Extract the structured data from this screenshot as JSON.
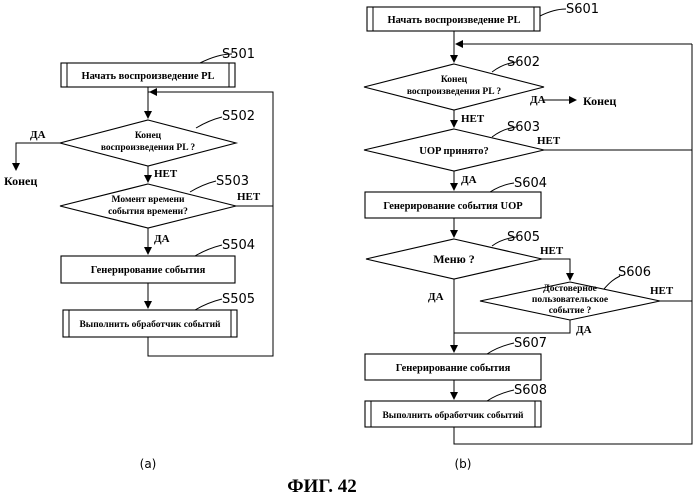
{
  "figure_title": "ФИГ. 42",
  "left": {
    "caption": "(a)",
    "s501": {
      "label": "Начать воспроизведение PL",
      "step": "S501"
    },
    "s502": {
      "label_1": "Конец",
      "label_2": "воспроизведения PL ?",
      "step": "S502",
      "yes": "ДА",
      "no": "НЕТ",
      "end": "Конец"
    },
    "s503": {
      "label_1": "Момент времени",
      "label_2": "события времени?",
      "step": "S503",
      "yes": "ДА",
      "no": "НЕТ"
    },
    "s504": {
      "label": "Генерирование события",
      "step": "S504"
    },
    "s505": {
      "label": "Выполнить обработчик событий",
      "step": "S505"
    }
  },
  "right": {
    "caption": "(b)",
    "s601": {
      "label": "Начать воспроизведение PL",
      "step": "S601"
    },
    "s602": {
      "label_1": "Конец",
      "label_2": "воспроизведения PL ?",
      "step": "S602",
      "yes": "ДА",
      "no": "НЕТ",
      "end": "Конец"
    },
    "s603": {
      "label": "UOP принято?",
      "step": "S603",
      "yes": "ДА",
      "no": "НЕТ"
    },
    "s604": {
      "label": "Генерирование события UOP",
      "step": "S604"
    },
    "s605": {
      "label": "Меню ?",
      "step": "S605",
      "yes": "ДА",
      "no": "НЕТ"
    },
    "s606": {
      "label_1": "Достоверное",
      "label_2": "пользовательское",
      "label_3": "событие ?",
      "step": "S606",
      "yes": "ДА",
      "no": "НЕТ"
    },
    "s607": {
      "label": "Генерирование события",
      "step": "S607"
    },
    "s608": {
      "label": "Выполнить обработчик событий",
      "step": "S608"
    }
  }
}
